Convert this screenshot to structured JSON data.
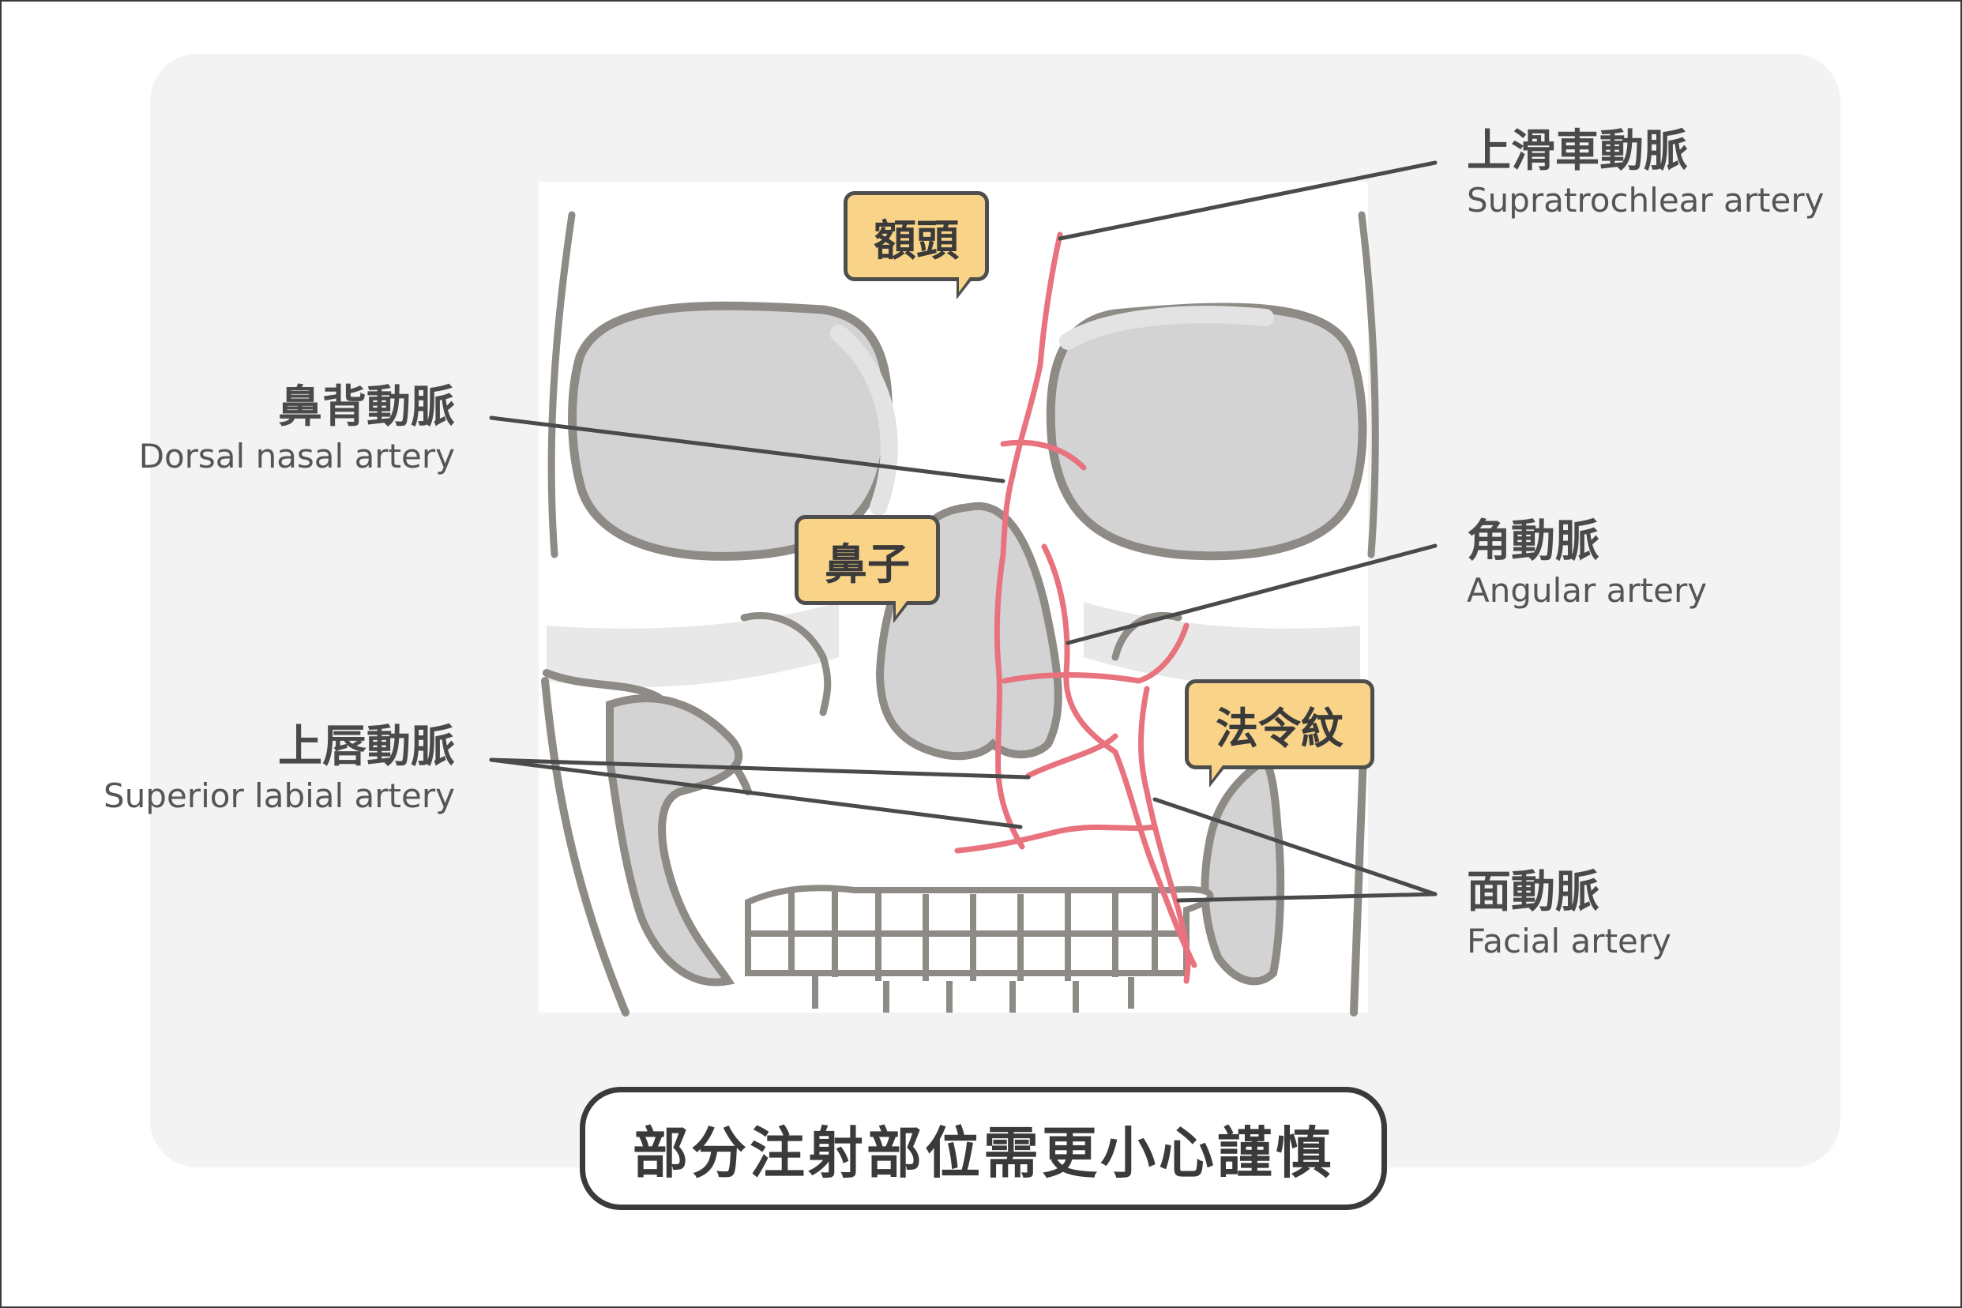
{
  "callouts": {
    "forehead": "額頭",
    "nose": "鼻子",
    "nasolabial_fold": "法令紋"
  },
  "arteries": {
    "supratrochlear": {
      "zh": "上滑車動脈",
      "en": "Supratrochlear artery"
    },
    "dorsal_nasal": {
      "zh": "鼻背動脈",
      "en": "Dorsal nasal artery"
    },
    "angular": {
      "zh": "角動脈",
      "en": "Angular artery"
    },
    "superior_labial": {
      "zh": "上唇動脈",
      "en": "Superior labial artery"
    },
    "facial": {
      "zh": "面動脈",
      "en": "Facial artery"
    }
  },
  "caption": "部分注射部位需更小心謹慎",
  "colors": {
    "artery": "#e8727e",
    "bone_outline": "#8e8a85",
    "bone_fill": "#ffffff",
    "cavity_fill": "#d3d3d3",
    "callout_fill": "#f8d388",
    "panel_bg": "#f3f3f3"
  }
}
